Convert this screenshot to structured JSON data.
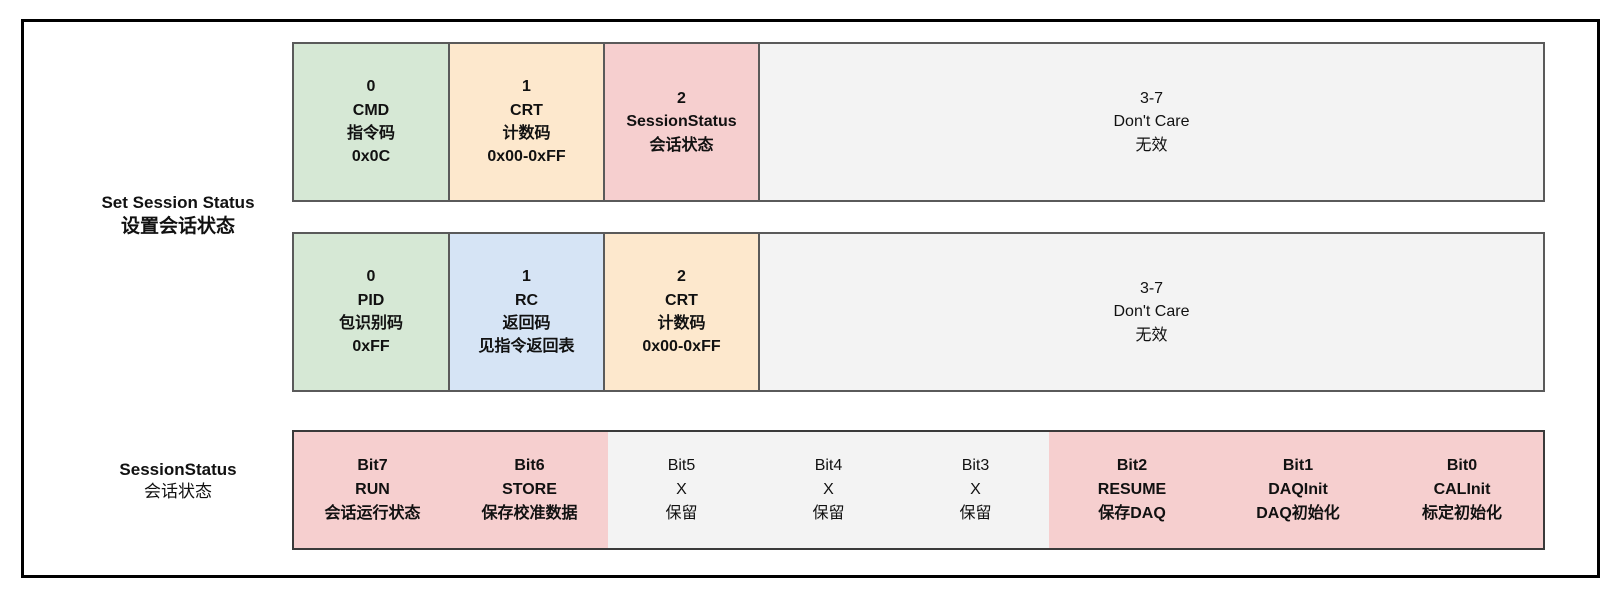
{
  "palette": {
    "green": "#d6e8d5",
    "orange": "#fde8cd",
    "pink": "#f6cfcf",
    "gray": "#f3f3f3",
    "cell_border": "#5a5a5a",
    "frame_border": "#000000",
    "text": "#111111"
  },
  "rows": [
    {
      "label": {
        "en": "Set Session Status",
        "zh": "设置会话状态"
      },
      "tables": [
        {
          "name": "request-frame",
          "cells": [
            {
              "index": "0",
              "name": "CMD",
              "zh": "指令码",
              "value": "0x0C",
              "color": "green",
              "emph": true
            },
            {
              "index": "1",
              "name": "CRT",
              "zh": "计数码",
              "value": "0x00-0xFF",
              "color": "orange",
              "emph": true
            },
            {
              "index": "2",
              "name": "SessionStatus",
              "zh": "会话状态",
              "value": "",
              "color": "pink",
              "emph": true
            },
            {
              "index": "3-7",
              "name": "Don't Care",
              "zh": "无效",
              "value": "",
              "color": "gray",
              "emph": false
            }
          ]
        },
        {
          "name": "response-frame",
          "cells": [
            {
              "index": "0",
              "name": "PID",
              "zh": "包识别码",
              "value": "0xFF",
              "color": "green",
              "emph": true
            },
            {
              "index": "1",
              "name": "RC",
              "zh": "返回码",
              "value": "见指令返回表",
              "color": "blue",
              "emph": true
            },
            {
              "index": "2",
              "name": "CRT",
              "zh": "计数码",
              "value": "0x00-0xFF",
              "color": "orange",
              "emph": true
            },
            {
              "index": "3-7",
              "name": "Don't Care",
              "zh": "无效",
              "value": "",
              "color": "gray",
              "emph": false
            }
          ]
        }
      ]
    },
    {
      "label": {
        "en": "SessionStatus",
        "zh": "会话状态"
      },
      "bits": [
        {
          "bit": "Bit7",
          "name": "RUN",
          "zh": "会话运行状态",
          "color": "pink",
          "emph": true
        },
        {
          "bit": "Bit6",
          "name": "STORE",
          "zh": "保存校准数据",
          "color": "pink",
          "emph": true
        },
        {
          "bit": "Bit5",
          "name": "X",
          "zh": "保留",
          "color": "gray",
          "emph": false
        },
        {
          "bit": "Bit4",
          "name": "X",
          "zh": "保留",
          "color": "gray",
          "emph": false
        },
        {
          "bit": "Bit3",
          "name": "X",
          "zh": "保留",
          "color": "gray",
          "emph": false
        },
        {
          "bit": "Bit2",
          "name": "RESUME",
          "zh": "保存DAQ",
          "color": "pink",
          "emph": true
        },
        {
          "bit": "Bit1",
          "name": "DAQInit",
          "zh": "DAQ初始化",
          "color": "pink",
          "emph": true
        },
        {
          "bit": "Bit0",
          "name": "CALInit",
          "zh": "标定初始化",
          "color": "pink",
          "emph": true
        }
      ]
    }
  ]
}
